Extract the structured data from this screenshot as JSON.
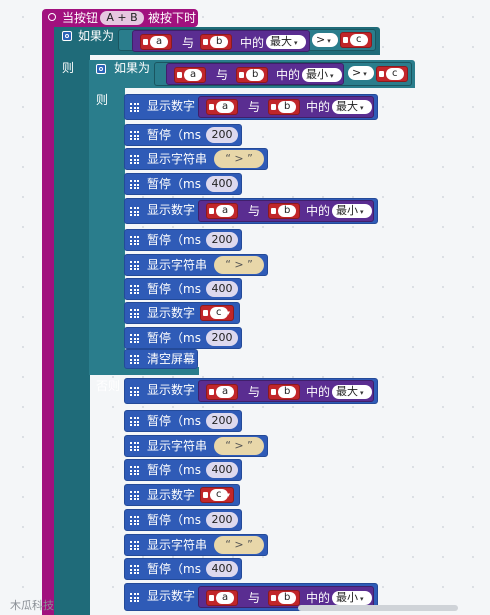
{
  "event": {
    "label": "当按钮",
    "button": "A + B",
    "suffix": "被按下时"
  },
  "outer_if": {
    "if_label": "如果为",
    "then_label": "则",
    "else_label": "否则",
    "cond": {
      "a": "a",
      "and": "与",
      "b": "b",
      "which": "中的",
      "mode": "最大",
      "op": ">",
      "c": "c"
    }
  },
  "inner_if": {
    "if_label": "如果为",
    "then_label": "则",
    "cond": {
      "a": "a",
      "and": "与",
      "b": "b",
      "which": "中的",
      "mode": "最小",
      "op": ">",
      "c": "c"
    }
  },
  "labels": {
    "show_number": "显示数字",
    "pause": "暂停（ms",
    "show_string": "显示字符串",
    "clear": "清空屏幕",
    "and": "与",
    "which": "中的",
    "max": "最大",
    "min": "最小",
    "a": "a",
    "b": "b",
    "c": "c",
    "gt_string": "“ > ”"
  },
  "values": {
    "p200": "200",
    "p400": "400"
  },
  "watermark": "木瓜科技"
}
